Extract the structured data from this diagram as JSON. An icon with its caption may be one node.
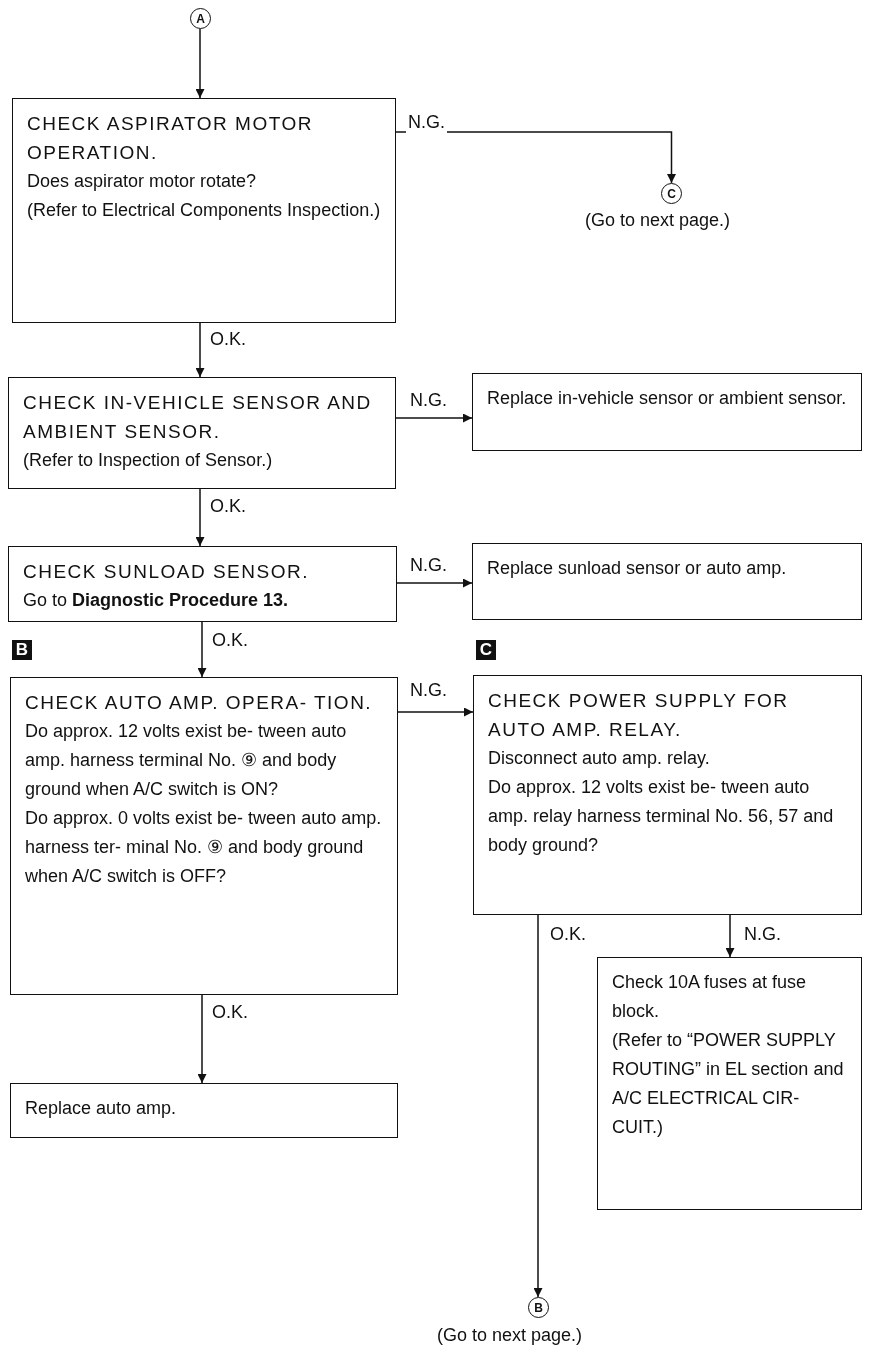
{
  "diagram": {
    "nodes": [
      {
        "text": [
          "A"
        ]
      },
      {
        "text": [
          "CHECK ASPIRATOR MOTOR OPERATION.",
          "Does aspirator motor rotate?",
          "(Refer to Electrical Components Inspection.)"
        ]
      },
      {
        "text": [
          "C"
        ],
        "beside": [
          "(Go to next page.)"
        ]
      },
      {
        "text": [
          "CHECK IN-VEHICLE SENSOR AND AMBIENT SENSOR.",
          "(Refer to Inspection of Sensor.)"
        ]
      },
      {
        "text": [
          "Replace in-vehicle sensor or ambient sensor."
        ]
      },
      {
        "text": [
          "CHECK SUNLOAD SENSOR.",
          "Go to **Diagnostic Procedure 13.**"
        ]
      },
      {
        "text": [
          "Replace sunload sensor or auto amp."
        ]
      },
      {
        "text": [
          "CHECK AUTO AMP. OPERA- TION.",
          "Do approx. 12 volts exist be- tween auto amp. harness terminal No. ⑨ and body ground when A/C switch is ON?",
          "Do approx. 0 volts exist be- tween auto amp. harness ter- minal No. ⑨ and body ground when A/C switch is OFF?"
        ],
        "beside": [
          "B"
        ]
      },
      {
        "text": [
          "CHECK POWER SUPPLY FOR AUTO AMP. RELAY.",
          "Disconnect auto amp. relay.",
          "Do approx. 12 volts exist be- tween auto amp. relay harness terminal No. 56, 57 and body ground?"
        ],
        "beside": [
          "C"
        ]
      },
      {
        "text": [
          "Replace auto amp."
        ]
      },
      {
        "text": [
          "Check 10A fuses at fuse block.",
          "(Refer to “POWER SUPPLY ROUTING” in EL section and A/C ELECTRICAL CIR- CUIT.)"
        ]
      },
      {
        "text": [
          "B"
        ],
        "beside": [
          "(Go to next page.)"
        ]
      }
    ],
    "edges": [
      {
        "from": 0,
        "to": 1,
        "arrow": "to"
      },
      {
        "from": 1,
        "to": 2,
        "arrow": "to",
        "label": "N.G."
      },
      {
        "from": 1,
        "to": 3,
        "arrow": "to",
        "label": "O.K."
      },
      {
        "from": 3,
        "to": 4,
        "arrow": "to",
        "label": "N.G."
      },
      {
        "from": 3,
        "to": 5,
        "arrow": "to",
        "label": "O.K."
      },
      {
        "from": 5,
        "to": 6,
        "arrow": "to",
        "label": "N.G."
      },
      {
        "from": 5,
        "to": 7,
        "arrow": "to",
        "label": "O.K."
      },
      {
        "from": 7,
        "to": 8,
        "arrow": "to",
        "label": "N.G."
      },
      {
        "from": 7,
        "to": 9,
        "arrow": "to",
        "label": "O.K."
      },
      {
        "from": 8,
        "to": 10,
        "arrow": "to",
        "label": "N.G."
      },
      {
        "from": 8,
        "to": 11,
        "arrow": "to",
        "label": "O.K."
      }
    ]
  }
}
